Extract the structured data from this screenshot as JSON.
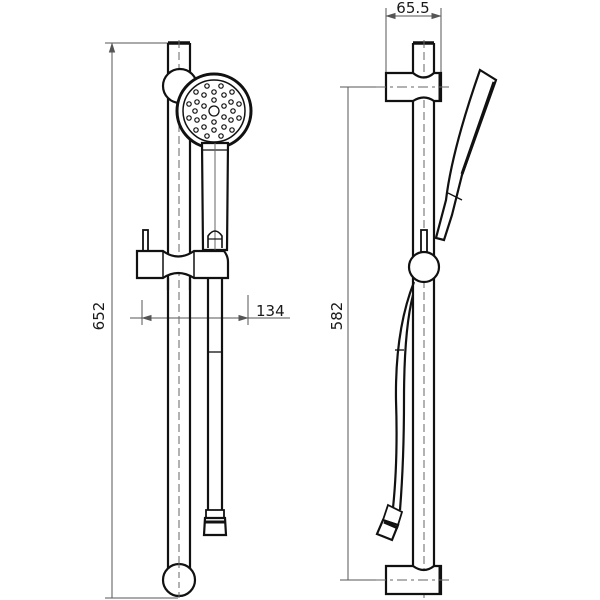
{
  "drawing": {
    "subject": "shower rail set technical drawing",
    "views": [
      "front-view",
      "side-view"
    ],
    "colors": {
      "line": "#111111",
      "dimension": "#555555",
      "background": "#ffffff"
    }
  },
  "front_view": {
    "height_label": "652",
    "projection_label": "134"
  },
  "side_view": {
    "depth_label": "65.5",
    "bracket_spacing_label": "582"
  }
}
